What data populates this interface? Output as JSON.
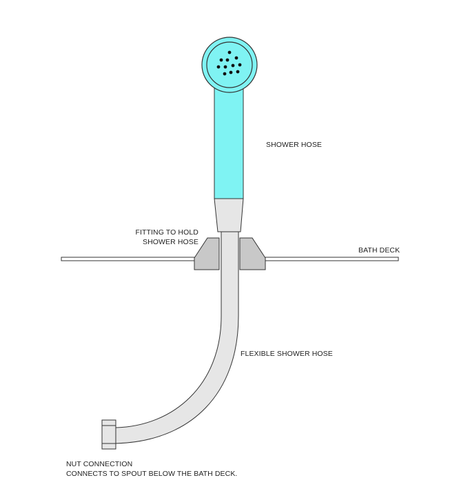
{
  "labels": {
    "shower_hose": "SHOWER HOSE",
    "fitting_line1": "FITTING TO HOLD",
    "fitting_line2": "SHOWER HOSE",
    "bath_deck": "BATH DECK",
    "flexible_hose": "FLEXIBLE SHOWER HOSE",
    "nut_line1": "NUT CONNECTION",
    "nut_line2": "CONNECTS TO SPOUT BELOW THE BATH DECK."
  },
  "colors": {
    "handset": "#7ff3f3",
    "stroke": "#333333",
    "hose": "#e6e6e6",
    "fitting": "#c8c8c8",
    "nozzle": "#111111",
    "deck": "#ffffff"
  }
}
